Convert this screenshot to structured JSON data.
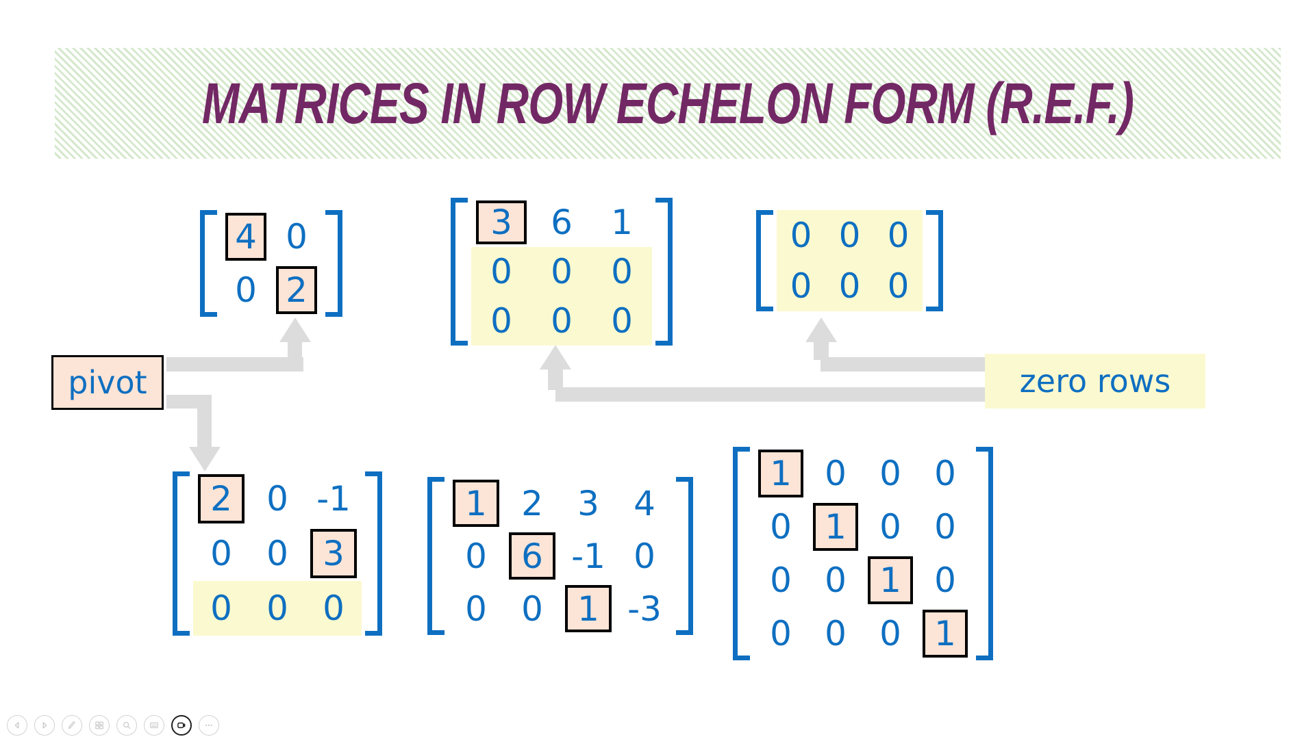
{
  "slide": {
    "title": "MATRICES IN ROW ECHELON FORM (R.E.F.)"
  },
  "labels": {
    "pivot": "pivot",
    "zero_rows": "zero rows"
  },
  "matrices": [
    {
      "id": "matrix-2x2",
      "rows": [
        [
          "4",
          "0"
        ],
        [
          "0",
          "2"
        ]
      ],
      "pivot_cells": [
        [
          0,
          0
        ],
        [
          1,
          1
        ]
      ],
      "zero_row_highlights": []
    },
    {
      "id": "matrix-3x3-top",
      "rows": [
        [
          "3",
          "6",
          "1"
        ],
        [
          "0",
          "0",
          "0"
        ],
        [
          "0",
          "0",
          "0"
        ]
      ],
      "pivot_cells": [
        [
          0,
          0
        ]
      ],
      "zero_row_highlights": [
        1,
        2
      ]
    },
    {
      "id": "matrix-zero-2x3",
      "rows": [
        [
          "0",
          "0",
          "0"
        ],
        [
          "0",
          "0",
          "0"
        ]
      ],
      "pivot_cells": [],
      "zero_row_highlights": [
        0,
        1
      ]
    },
    {
      "id": "matrix-3x3-bottom",
      "rows": [
        [
          "2",
          "0",
          "-1"
        ],
        [
          "0",
          "0",
          "3"
        ],
        [
          "0",
          "0",
          "0"
        ]
      ],
      "pivot_cells": [
        [
          0,
          0
        ],
        [
          1,
          2
        ]
      ],
      "zero_row_highlights": [
        2
      ]
    },
    {
      "id": "matrix-3x4",
      "rows": [
        [
          "1",
          "2",
          "3",
          "4"
        ],
        [
          "0",
          "6",
          "-1",
          "0"
        ],
        [
          "0",
          "0",
          "1",
          "-3"
        ]
      ],
      "pivot_cells": [
        [
          0,
          0
        ],
        [
          1,
          1
        ],
        [
          2,
          2
        ]
      ],
      "zero_row_highlights": []
    },
    {
      "id": "matrix-identity-4x4",
      "rows": [
        [
          "1",
          "0",
          "0",
          "0"
        ],
        [
          "0",
          "1",
          "0",
          "0"
        ],
        [
          "0",
          "0",
          "1",
          "0"
        ],
        [
          "0",
          "0",
          "0",
          "1"
        ]
      ],
      "pivot_cells": [
        [
          0,
          0
        ],
        [
          1,
          1
        ],
        [
          2,
          2
        ],
        [
          3,
          3
        ]
      ],
      "zero_row_highlights": []
    }
  ],
  "toolbar": {
    "items": [
      "previous-slide",
      "next-slide",
      "pen-tools",
      "see-all-slides",
      "zoom-slide",
      "captions",
      "camera",
      "more-options"
    ],
    "active_item": "camera"
  },
  "colors": {
    "number_blue": "#0e6fc1",
    "title_purple": "#722864",
    "pivot_fill": "#fce4d6",
    "zero_row_fill": "#fbf9cf",
    "arrow_gray": "#dcdcdc",
    "banner_stripe_green": "#d5e8cc"
  }
}
